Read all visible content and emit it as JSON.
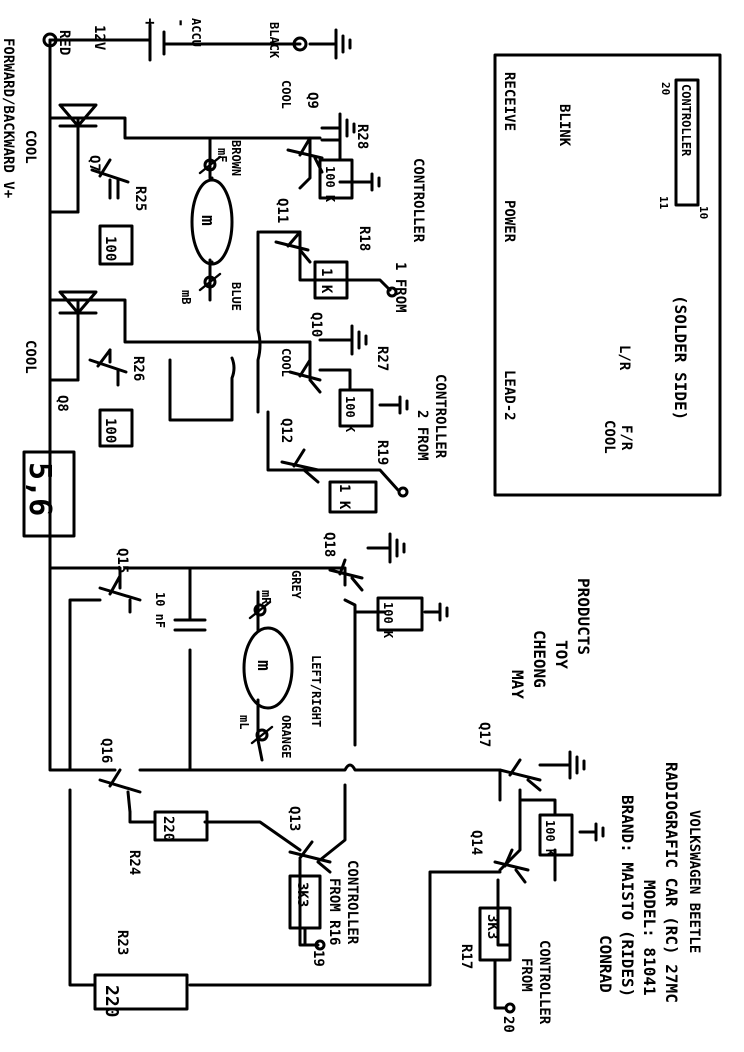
{
  "supply": {
    "red": "RED",
    "v12": "12V",
    "plus": "+",
    "minus": "-",
    "accu": "ACCU",
    "black": "BLACK",
    "rail": "FORWARD/BACKWARD V+",
    "cool_1": "COOL",
    "cool_2": "COOL"
  },
  "drive_motor": {
    "m": "m",
    "mf": "mF",
    "brown": "BROWN",
    "mb": "mB",
    "blue": "BLUE",
    "cool_q9": "COOL",
    "cool_q10": "COOL"
  },
  "transistors": {
    "q7": "Q7",
    "q8": "Q8",
    "q9": "Q9",
    "q10": "Q10",
    "q11": "Q11",
    "q12": "Q12",
    "q13": "Q13",
    "q14": "Q14",
    "q15": "Q15",
    "q16": "Q16",
    "q17": "Q17",
    "q18": "Q18"
  },
  "resistors": {
    "r25": {
      "name": "R25",
      "value": "100"
    },
    "r26": {
      "name": "R26",
      "value": "100"
    },
    "r28": {
      "name": "R28",
      "value": "100 K"
    },
    "r27": {
      "name": "R27",
      "value": "100 K"
    },
    "r18": {
      "name": "R18",
      "value": "1 K"
    },
    "r19": {
      "name": "R19",
      "value": "1 K"
    },
    "r18b": {
      "name": "",
      "value": "100 K"
    },
    "r24": {
      "name": "R24",
      "value": "220"
    },
    "r16": {
      "name": "R16",
      "value": "3K3"
    },
    "r17": {
      "name": "R17",
      "value": "3K3"
    },
    "r23": {
      "name": "R23",
      "value": "220"
    },
    "rq17": {
      "name": "",
      "value": "100 K"
    }
  },
  "inputs": {
    "in1_a": "1 FROM",
    "in1_b": "CONTROLLER",
    "in2_a": "2 FROM",
    "in2_b": "CONTROLLER",
    "in19_a": "19",
    "in19_b": "FROM R16",
    "in19_c": "CONTROLLER",
    "in20_a": "20",
    "in20_b": "FROM",
    "in20_c": "CONTROLLER"
  },
  "steering_motor": {
    "m": "m",
    "mr": "mR",
    "grey": "GREY",
    "ml": "mL",
    "orange": "ORANGE",
    "lr": "LEFT/RIGHT",
    "cap": "10 nF"
  },
  "connector": {
    "label": "5,6"
  },
  "board": {
    "power": "POWER",
    "receive": "RECEIVE",
    "blink": "BLINK",
    "lead": "LEAD-2",
    "lr": "L/R",
    "cool": "COOL",
    "fr": "F/R",
    "side": "(SOLDER SIDE)",
    "controller": "CONTROLLER",
    "p20": "20",
    "p11": "11",
    "p10": "10"
  },
  "maker": {
    "l1": "MAY",
    "l2": "CHEONG",
    "l3": "TOY",
    "l4": "PRODUCTS"
  },
  "credits": {
    "l1": "CONRAD",
    "l2": "BRAND: MAISTO (RIDES)",
    "l3": "MODEL: 81041",
    "l4": "RADIOGRAFIC CAR (RC) 27MC",
    "l5": "VOLKSWAGEN BEETLE"
  }
}
